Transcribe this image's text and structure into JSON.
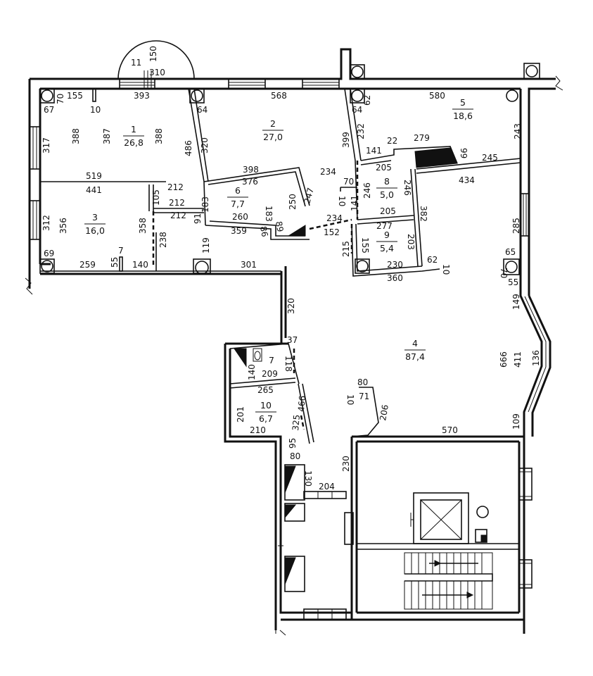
{
  "rooms": [
    {
      "id": "1",
      "area": "26,8"
    },
    {
      "id": "2",
      "area": "27,0"
    },
    {
      "id": "3",
      "area": "16,0"
    },
    {
      "id": "4",
      "area": "87,4"
    },
    {
      "id": "5",
      "area": "18,6"
    },
    {
      "id": "6",
      "area": "7,7"
    },
    {
      "id": "7",
      "area": ""
    },
    {
      "id": "8",
      "area": "5,0"
    },
    {
      "id": "9",
      "area": "5,4"
    },
    {
      "id": "10",
      "area": "6,7"
    }
  ],
  "dims": [
    "11",
    "150",
    "310",
    "393",
    "155",
    "70",
    "67",
    "10",
    "568",
    "64",
    "580",
    "62",
    "64",
    "317",
    "388",
    "387",
    "388",
    "486",
    "320",
    "232",
    "399",
    "243",
    "22",
    "279",
    "99",
    "141",
    "205",
    "245",
    "434",
    "519",
    "441",
    "212",
    "105",
    "212",
    "212",
    "398",
    "376",
    "183",
    "250",
    "247",
    "234",
    "70",
    "10",
    "246",
    "141",
    "246",
    "183",
    "91",
    "260",
    "359",
    "86",
    "89",
    "234",
    "152",
    "205",
    "277",
    "382",
    "312",
    "356",
    "358",
    "238",
    "215",
    "155",
    "203",
    "69",
    "7",
    "55",
    "259",
    "140",
    "119",
    "301",
    "230",
    "360",
    "62",
    "10",
    "65",
    "70",
    "55",
    "285",
    "149",
    "320",
    "37",
    "140",
    "118",
    "209",
    "265",
    "466",
    "201",
    "210",
    "325",
    "80",
    "95",
    "80",
    "10",
    "71",
    "206",
    "666",
    "411",
    "136",
    "109",
    "570",
    "230",
    "130",
    "204"
  ]
}
